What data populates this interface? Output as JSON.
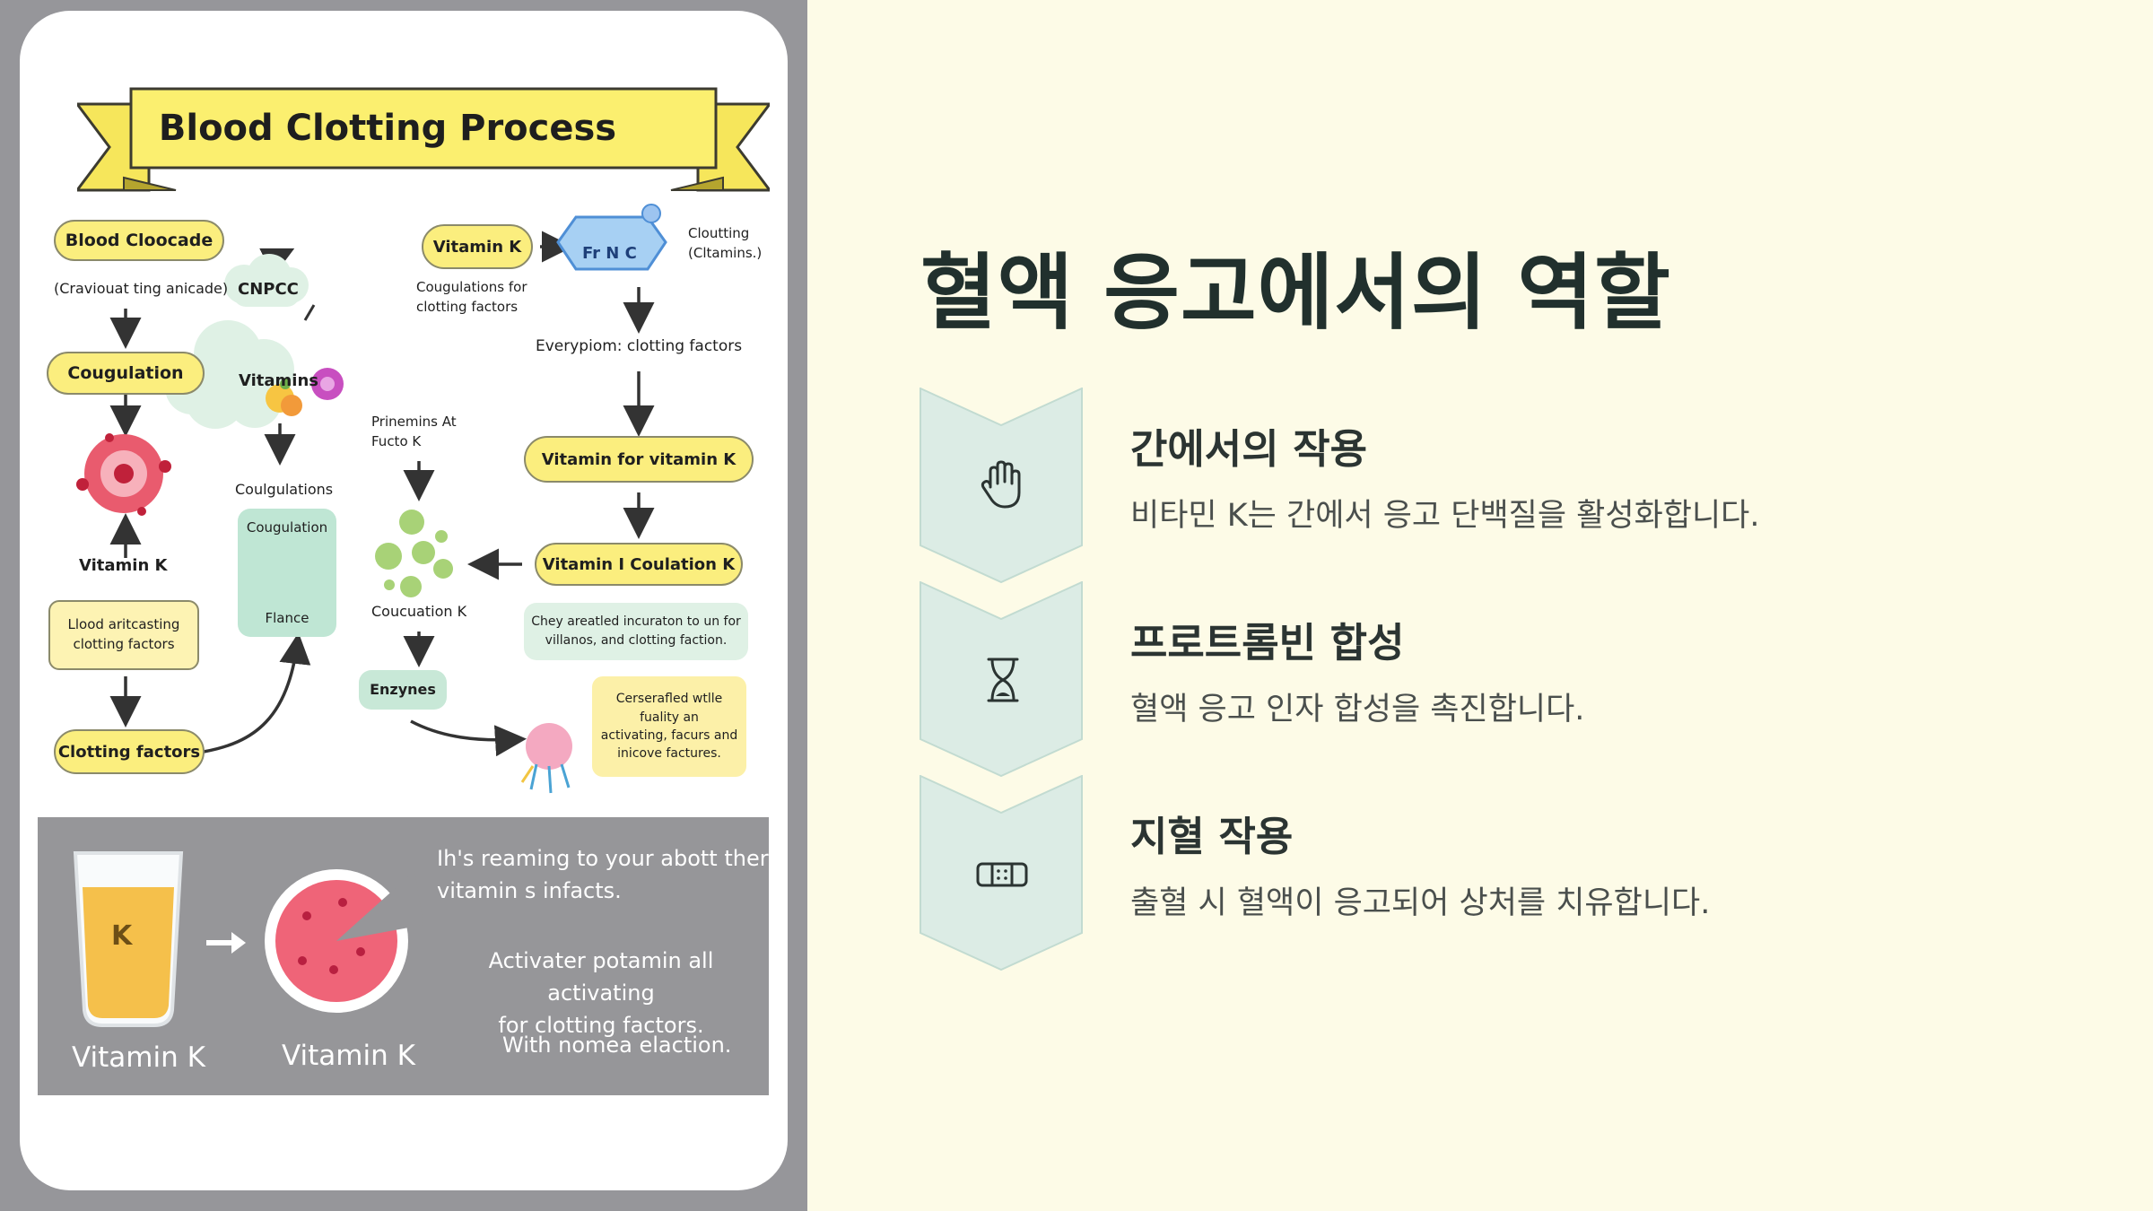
{
  "poster": {
    "title": "Blood Clotting Process",
    "nodes": {
      "blood_cloocade": "Blood Cloocade",
      "cravioutating": "(Craviouat ting anicade)",
      "cougulation_1": "Cougulation",
      "vitamin_k_left": "Vitamin K",
      "llood_line1": "Llood aritcasting",
      "llood_line2": "clotting factors",
      "clotting_factors": "Clotting factors",
      "cnpcc": "CNPCC",
      "vitamins_cloud": "Vitamins",
      "coulgulations": "Coulgulations",
      "cougulation_box": "Cougulation",
      "flance": "Flance",
      "vitamin_k_top": "Vitamin K",
      "cougulations_for_1": "Cougulations for",
      "cougulations_for_2": "clotting factors",
      "frnc": "Fr N C",
      "cloutting_1": "Cloutting",
      "cloutting_2": "(Cltamins.)",
      "everypiom": "Everypiom: clotting factors",
      "prinemins_1": "Prinemins At",
      "prinemins_2": "Fucto        K",
      "coucuation_k": "Coucuation K",
      "enzynes": "Enzynes",
      "vitamin_for_vitamin_k": "Vitamin for vitamin K",
      "vitamin_coulation_k": "Vitamin I Coulation K",
      "chey_1": "Chey areatled incuraton to un for",
      "chey_2": "villanos, and clotting faction.",
      "cerserafled_1": "Cerserafled wtlle",
      "cerserafled_2": "fuality an",
      "cerserafled_3": "activating, facurs and",
      "cerserafled_4": "inicove factures."
    },
    "bottom": {
      "glass_letter": "K",
      "label_left": "Vitamin K",
      "label_right": "Vitamin K",
      "text_1a": "Ih's reaming to your  abott ther",
      "text_1b": "vitamin s infacts.",
      "text_2a": "Activater potamin all activating",
      "text_2b": "for clotting factors.",
      "text_3": "With nomea elaction."
    }
  },
  "slide": {
    "title": "혈액 응고에서의 역할",
    "items": [
      {
        "icon": "hand-icon",
        "title": "간에서의 작용",
        "desc": "비타민 K는 간에서 응고 단백질을 활성화합니다."
      },
      {
        "icon": "hourglass-icon",
        "title": "프로트롬빈 합성",
        "desc": "혈액 응고 인자 합성을 촉진합니다."
      },
      {
        "icon": "bandage-icon",
        "title": "지혈 작용",
        "desc": "출혈 시 혈액이 응고되어 상처를 치유합니다."
      }
    ]
  },
  "colors": {
    "background": "#fdfbe7",
    "chevron_fill": "#dcece5",
    "chevron_stroke": "#c2dbd1",
    "title_text": "#21302d",
    "poster_yellow": "#fbee7e",
    "poster_green": "#dff1e5",
    "poster_frame": "#96969a"
  }
}
